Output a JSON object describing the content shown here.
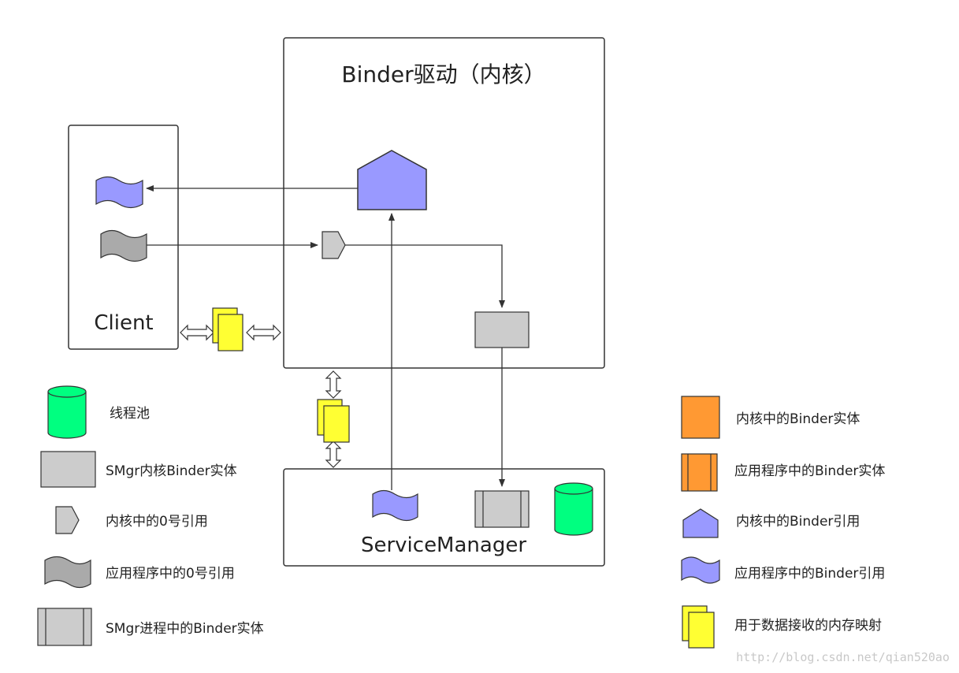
{
  "diagram": {
    "kernel_box_title": "Binder驱动（内核）",
    "client_label": "Client",
    "service_manager_label": "ServiceManager"
  },
  "legend_left": [
    {
      "icon": "thread-pool-cylinder",
      "label": "线程池"
    },
    {
      "icon": "smgr-kernel-entity",
      "label": "SMgr内核Binder实体"
    },
    {
      "icon": "kernel-ref-0",
      "label": "内核中的0号引用"
    },
    {
      "icon": "app-ref-0",
      "label": "应用程序中的0号引用"
    },
    {
      "icon": "smgr-process-entity",
      "label": "SMgr进程中的Binder实体"
    }
  ],
  "legend_right": [
    {
      "icon": "kernel-binder-entity",
      "label": "内核中的Binder实体"
    },
    {
      "icon": "app-binder-entity",
      "label": "应用程序中的Binder实体"
    },
    {
      "icon": "kernel-binder-ref",
      "label": "内核中的Binder引用"
    },
    {
      "icon": "app-binder-ref",
      "label": "应用程序中的Binder引用"
    },
    {
      "icon": "memory-mapping",
      "label": "用于数据接收的内存映射"
    }
  ],
  "watermark": "http://blog.csdn.net/qian520ao",
  "colors": {
    "purple": "#9999ff",
    "gray": "#cccccc",
    "dark_gray": "#aaaaaa",
    "green": "#00ff80",
    "orange": "#ff9933",
    "yellow": "#ffff33"
  }
}
